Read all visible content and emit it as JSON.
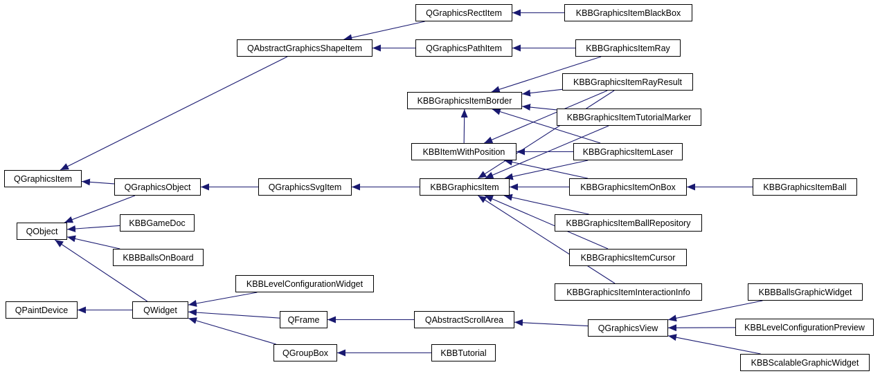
{
  "diagram": {
    "edge_color": "#191970",
    "nodes": [
      {
        "id": "QGraphicsRectItem",
        "label": "QGraphicsRectItem"
      },
      {
        "id": "KBBGraphicsItemBlackBox",
        "label": "KBBGraphicsItemBlackBox"
      },
      {
        "id": "QAbstractGraphicsShapeItem",
        "label": "QAbstractGraphicsShapeItem"
      },
      {
        "id": "QGraphicsPathItem",
        "label": "QGraphicsPathItem"
      },
      {
        "id": "KBBGraphicsItemRay",
        "label": "KBBGraphicsItemRay"
      },
      {
        "id": "KBBGraphicsItemRayResult",
        "label": "KBBGraphicsItemRayResult"
      },
      {
        "id": "KBBGraphicsItemBorder",
        "label": "KBBGraphicsItemBorder"
      },
      {
        "id": "KBBGraphicsItemTutorialMarker",
        "label": "KBBGraphicsItemTutorialMarker"
      },
      {
        "id": "KBBItemWithPosition",
        "label": "KBBItemWithPosition"
      },
      {
        "id": "KBBGraphicsItemLaser",
        "label": "KBBGraphicsItemLaser"
      },
      {
        "id": "QGraphicsItem",
        "label": "QGraphicsItem"
      },
      {
        "id": "QGraphicsObject",
        "label": "QGraphicsObject"
      },
      {
        "id": "QGraphicsSvgItem",
        "label": "QGraphicsSvgItem"
      },
      {
        "id": "KBBGraphicsItem",
        "label": "KBBGraphicsItem"
      },
      {
        "id": "KBBGraphicsItemOnBox",
        "label": "KBBGraphicsItemOnBox"
      },
      {
        "id": "KBBGraphicsItemBall",
        "label": "KBBGraphicsItemBall"
      },
      {
        "id": "QObject",
        "label": "QObject"
      },
      {
        "id": "KBBGameDoc",
        "label": "KBBGameDoc"
      },
      {
        "id": "KBBGraphicsItemBallRepository",
        "label": "KBBGraphicsItemBallRepository"
      },
      {
        "id": "KBBBallsOnBoard",
        "label": "KBBBallsOnBoard"
      },
      {
        "id": "KBBGraphicsItemCursor",
        "label": "KBBGraphicsItemCursor"
      },
      {
        "id": "KBBLevelConfigurationWidget",
        "label": "KBBLevelConfigurationWidget"
      },
      {
        "id": "KBBGraphicsItemInteractionInfo",
        "label": "KBBGraphicsItemInteractionInfo"
      },
      {
        "id": "KBBBallsGraphicWidget",
        "label": "KBBBallsGraphicWidget"
      },
      {
        "id": "QPaintDevice",
        "label": "QPaintDevice"
      },
      {
        "id": "QWidget",
        "label": "QWidget"
      },
      {
        "id": "QFrame",
        "label": "QFrame"
      },
      {
        "id": "QAbstractScrollArea",
        "label": "QAbstractScrollArea"
      },
      {
        "id": "QGraphicsView",
        "label": "QGraphicsView"
      },
      {
        "id": "KBBLevelConfigurationPreview",
        "label": "KBBLevelConfigurationPreview"
      },
      {
        "id": "QGroupBox",
        "label": "QGroupBox"
      },
      {
        "id": "KBBTutorial",
        "label": "KBBTutorial"
      },
      {
        "id": "KBBScalableGraphicWidget",
        "label": "KBBScalableGraphicWidget"
      }
    ],
    "edges": [
      {
        "from": "QGraphicsRectItem",
        "to": "QAbstractGraphicsShapeItem"
      },
      {
        "from": "QGraphicsPathItem",
        "to": "QAbstractGraphicsShapeItem"
      },
      {
        "from": "QAbstractGraphicsShapeItem",
        "to": "QGraphicsItem"
      },
      {
        "from": "KBBGraphicsItemBlackBox",
        "to": "QGraphicsRectItem"
      },
      {
        "from": "KBBGraphicsItemRay",
        "to": "QGraphicsPathItem"
      },
      {
        "from": "KBBGraphicsItemRay",
        "to": "KBBGraphicsItemBorder"
      },
      {
        "from": "KBBGraphicsItemRayResult",
        "to": "KBBGraphicsItemBorder"
      },
      {
        "from": "KBBGraphicsItemRayResult",
        "to": "KBBItemWithPosition"
      },
      {
        "from": "KBBGraphicsItemRayResult",
        "to": "KBBGraphicsItem"
      },
      {
        "from": "KBBGraphicsItemTutorialMarker",
        "to": "KBBGraphicsItemBorder"
      },
      {
        "from": "KBBGraphicsItemTutorialMarker",
        "to": "KBBGraphicsItem"
      },
      {
        "from": "KBBGraphicsItemLaser",
        "to": "KBBGraphicsItemBorder"
      },
      {
        "from": "KBBGraphicsItemLaser",
        "to": "KBBItemWithPosition"
      },
      {
        "from": "KBBGraphicsItemLaser",
        "to": "KBBGraphicsItem"
      },
      {
        "from": "KBBGraphicsItemOnBox",
        "to": "KBBItemWithPosition"
      },
      {
        "from": "KBBGraphicsItemOnBox",
        "to": "KBBGraphicsItem"
      },
      {
        "from": "KBBGraphicsItemBall",
        "to": "KBBGraphicsItemOnBox"
      },
      {
        "from": "KBBGraphicsItemBallRepository",
        "to": "KBBGraphicsItem"
      },
      {
        "from": "KBBGraphicsItemCursor",
        "to": "KBBGraphicsItem"
      },
      {
        "from": "KBBGraphicsItemInteractionInfo",
        "to": "KBBGraphicsItem"
      },
      {
        "from": "KBBGraphicsItem",
        "to": "QGraphicsSvgItem"
      },
      {
        "from": "QGraphicsSvgItem",
        "to": "QGraphicsObject"
      },
      {
        "from": "QGraphicsObject",
        "to": "QGraphicsItem"
      },
      {
        "from": "QGraphicsObject",
        "to": "QObject"
      },
      {
        "from": "KBBGameDoc",
        "to": "QObject"
      },
      {
        "from": "KBBBallsOnBoard",
        "to": "QObject"
      },
      {
        "from": "QWidget",
        "to": "QObject"
      },
      {
        "from": "QWidget",
        "to": "QPaintDevice"
      },
      {
        "from": "KBBLevelConfigurationWidget",
        "to": "QWidget"
      },
      {
        "from": "QFrame",
        "to": "QWidget"
      },
      {
        "from": "QGroupBox",
        "to": "QWidget"
      },
      {
        "from": "QAbstractScrollArea",
        "to": "QFrame"
      },
      {
        "from": "KBBTutorial",
        "to": "QGroupBox"
      },
      {
        "from": "QGraphicsView",
        "to": "QAbstractScrollArea"
      },
      {
        "from": "KBBBallsGraphicWidget",
        "to": "QGraphicsView"
      },
      {
        "from": "KBBLevelConfigurationPreview",
        "to": "QGraphicsView"
      },
      {
        "from": "KBBScalableGraphicWidget",
        "to": "QGraphicsView"
      },
      {
        "from": "KBBItemWithPosition",
        "to": "KBBGraphicsItemBorder"
      }
    ]
  }
}
